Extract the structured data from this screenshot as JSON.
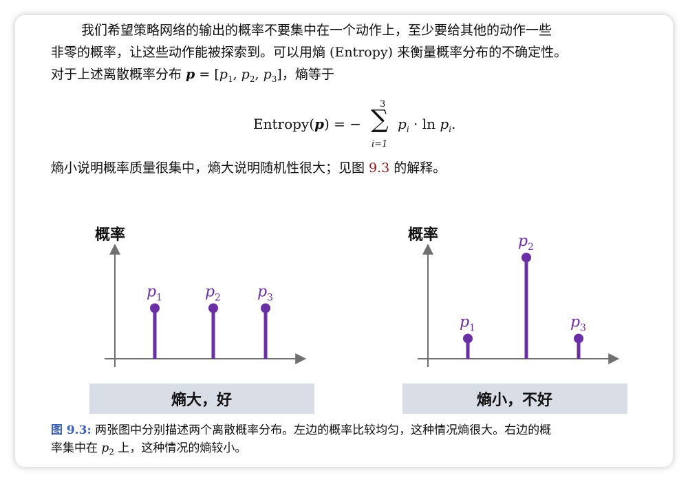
{
  "paragraph1": {
    "line1": "我们希望策略网络的输出的概率不要集中在一个动作上，至少要给其他的动作一些",
    "line2": "非零的概率，让这些动作能被探索到。可以用熵 (Entropy) 来衡量概率分布的不确定性。",
    "line3_prefix": "对于上述离散概率分布 ",
    "line3_vec": "p",
    "line3_eq": " = [",
    "line3_p": "p",
    "line3_s1": "1",
    "line3_s2": "2",
    "line3_s3": "3",
    "line3_comma": ", ",
    "line3_close": "]",
    "line3_suffix": "，熵等于"
  },
  "formula": {
    "left": "Entropy(",
    "vec": "p",
    "eq": ") = −",
    "sum_upper": "3",
    "sum_symbol": "∑",
    "sum_lower": "i=1",
    "term_p": "p",
    "term_i": "i",
    "term_mid": " · ln ",
    "term_end": "."
  },
  "paragraph2": {
    "text_before": "熵小说明概率质量很集中，熵大说明随机性很大；见图 ",
    "ref": "9.3",
    "text_after": " 的解释。"
  },
  "figure": {
    "colors": {
      "stem": "#6a2fa5",
      "axis": "#707070",
      "label_box": "#d9dde6"
    },
    "left_panel": {
      "axis_label": "概率",
      "labels": [
        "p",
        "p",
        "p"
      ],
      "subscripts": [
        "1",
        "2",
        "3"
      ],
      "values": [
        0.5,
        0.5,
        0.5
      ],
      "caption_box": "熵大，好"
    },
    "right_panel": {
      "axis_label": "概率",
      "labels": [
        "p",
        "p",
        "p"
      ],
      "subscripts": [
        "1",
        "2",
        "3"
      ],
      "values": [
        0.2,
        1.0,
        0.2
      ],
      "caption_box": "熵小，不好"
    }
  },
  "caption": {
    "label": "图 9.3:",
    "text1": " 两张图中分别描述两个离散概率分布。左边的概率比较均匀，这种情况熵很大。右边的概",
    "text2a": "率集中在 ",
    "p": "p",
    "sub": "2",
    "text2b": " 上，这种情况的熵较小。"
  }
}
